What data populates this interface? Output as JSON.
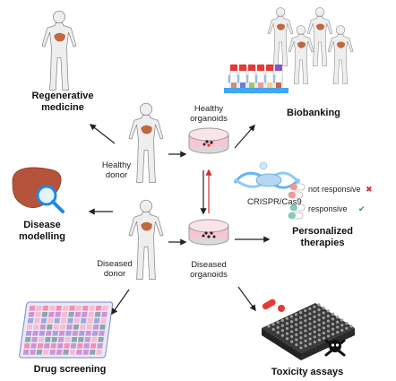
{
  "labels": {
    "regenerative_medicine_1": "Regenerative",
    "regenerative_medicine_2": "medicine",
    "biobanking": "Biobanking",
    "healthy_organoids_1": "Healthy",
    "healthy_organoids_2": "organoids",
    "healthy_donor_1": "Healthy",
    "healthy_donor_2": "donor",
    "crispr": "CRISPR/Cas9",
    "not_responsive": "not responsive",
    "responsive": "responsive",
    "personalized_1": "Personalized",
    "personalized_2": "therapies",
    "disease_modelling_1": "Disease",
    "disease_modelling_2": "modelling",
    "diseased_donor_1": "Diseased",
    "diseased_donor_2": "donor",
    "diseased_organoids_1": "Diseased",
    "diseased_organoids_2": "organoids",
    "drug_screening": "Drug screening",
    "toxicity_assays": "Toxicity assays"
  },
  "symbols": {
    "cross": "✖",
    "check": "✔"
  },
  "colors": {
    "body": "#eeeeee",
    "body_stroke": "#8a8a8a",
    "liver": "#c0683e",
    "dish_fluid": "#f6c6d3",
    "arrow": "#222222",
    "arrow_red": "#d32f2f",
    "cross": "#d32f2f",
    "check": "#2e8b57"
  }
}
